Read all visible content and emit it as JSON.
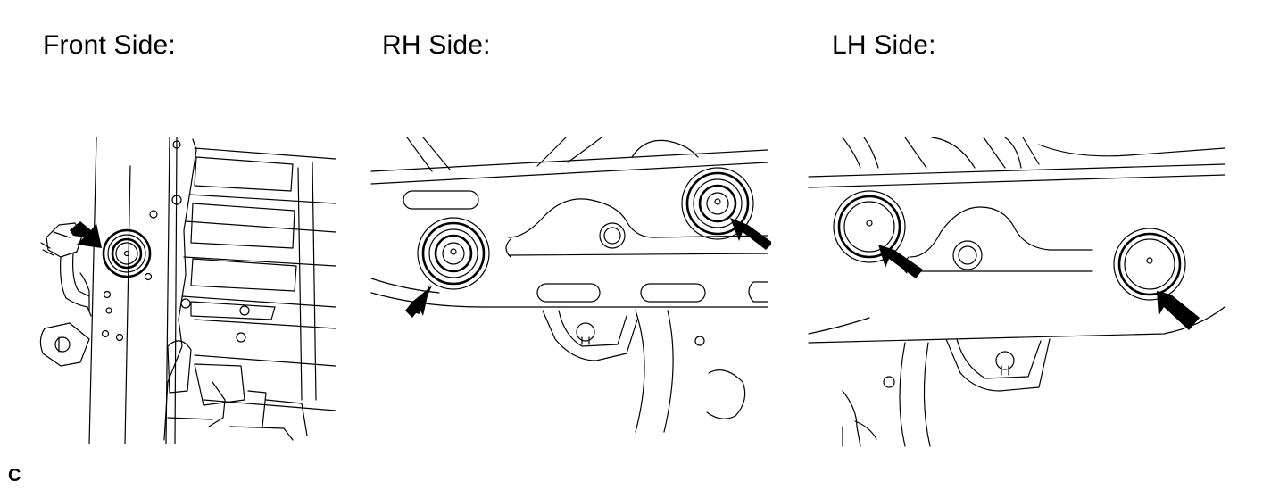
{
  "labels": {
    "front": "Front Side:",
    "rh": "RH Side:",
    "lh": "LH Side:",
    "figure_code": "C"
  },
  "colors": {
    "ink": "#000000",
    "background": "#ffffff"
  },
  "panels": [
    {
      "id": "front",
      "arrow_count": 1,
      "plug_count": 1
    },
    {
      "id": "rh",
      "arrow_count": 2,
      "plug_count": 2
    },
    {
      "id": "lh",
      "arrow_count": 2,
      "plug_count": 2
    }
  ]
}
